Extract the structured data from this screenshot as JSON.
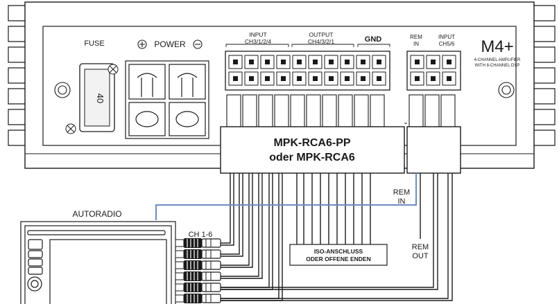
{
  "amplifier": {
    "model": "M4+",
    "description_line1": "4-CHANNEL AMPLIFIER",
    "description_line2": "WITH 8-CHANNEL DSP",
    "fuse_label": "FUSE",
    "fuse_value": "40",
    "power_label": "POWER",
    "connector_labels": {
      "input_title": "INPUT",
      "input_channels": "CH3/1/2/4",
      "output_title": "OUTPUT",
      "output_channels": "CH4/3/2/1",
      "gnd": "GND",
      "rem_title": "REM",
      "rem_sub": "IN",
      "input56_title": "INPUT",
      "input56_channels": "CH5/6"
    }
  },
  "adapter": {
    "line1": "MPK-RCA6-PP",
    "line2": "oder  MPK-RCA6"
  },
  "labels": {
    "rem_in_line1": "REM",
    "rem_in_line2": "IN",
    "rem_out_line1": "REM",
    "rem_out_line2": "OUT",
    "iso_line1": "ISO-ANSCHLUSS",
    "iso_line2": "ODER OFFENE ENDEN",
    "autoradio": "AUTORADIO",
    "ch16": "CH 1-6"
  },
  "colors": {
    "outline": "#1a1a1a",
    "panel": "#ffffff",
    "wire": "#1a1a1a",
    "rem_wire": "#6b8cc2"
  }
}
